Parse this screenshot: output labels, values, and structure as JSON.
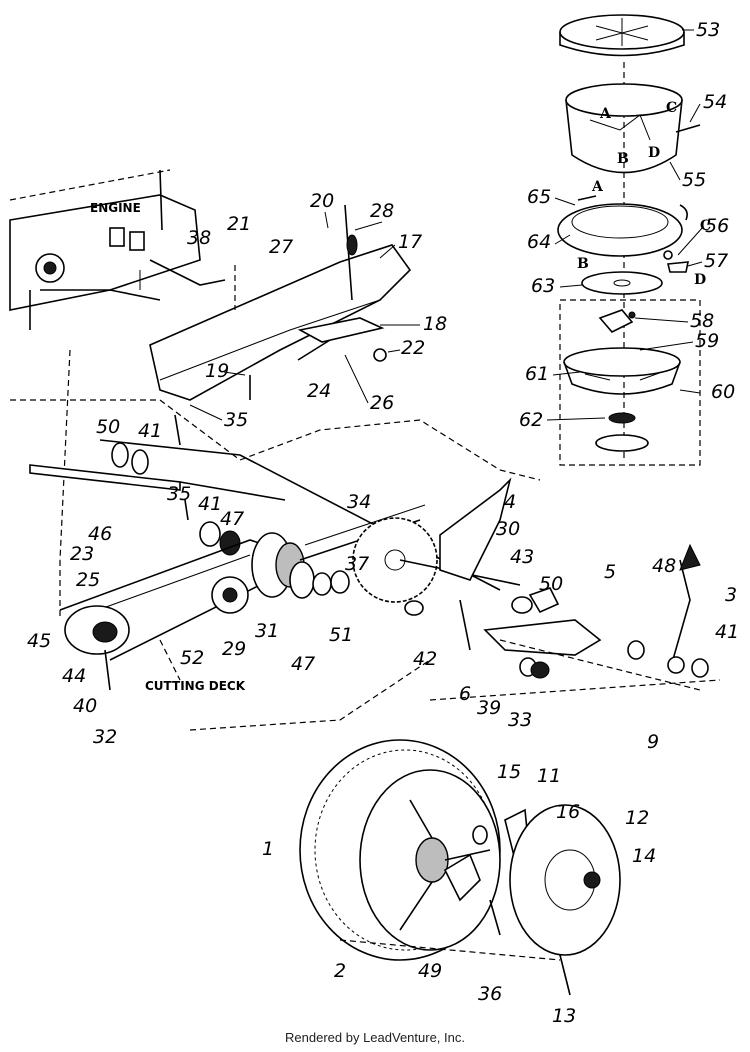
{
  "captions": {
    "engine": "ENGINE",
    "cutting_deck": "CUTTING DECK"
  },
  "footer": "Rendered by LeadVenture, Inc.",
  "part_numbers": [
    "53",
    "54",
    "55",
    "65",
    "56",
    "64",
    "57",
    "63",
    "58",
    "59",
    "61",
    "60",
    "62",
    "20",
    "28",
    "21",
    "17",
    "38",
    "27",
    "18",
    "22",
    "19",
    "24",
    "26",
    "35",
    "50",
    "41",
    "35",
    "41",
    "47",
    "46",
    "23",
    "25",
    "45",
    "44",
    "40",
    "32",
    "52",
    "29",
    "31",
    "47",
    "37",
    "51",
    "34",
    "30",
    "4",
    "43",
    "50",
    "42",
    "6",
    "5",
    "48",
    "3",
    "41",
    "39",
    "33",
    "9",
    "1",
    "15",
    "11",
    "16",
    "12",
    "14",
    "2",
    "49",
    "36",
    "13"
  ],
  "letter_tags": [
    "A",
    "C",
    "B",
    "D",
    "A",
    "C",
    "B",
    "D"
  ]
}
